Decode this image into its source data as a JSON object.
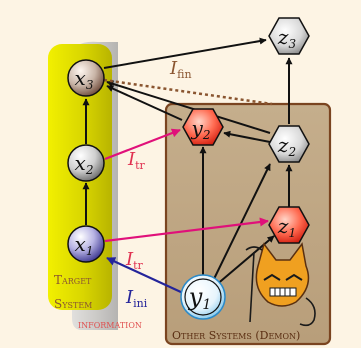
{
  "nodes": {
    "x3": {
      "base": "x",
      "sub": "3"
    },
    "x2": {
      "base": "x",
      "sub": "2"
    },
    "x1": {
      "base": "x",
      "sub": "1"
    },
    "y2": {
      "base": "y",
      "sub": "2"
    },
    "y1": {
      "base": "y",
      "sub": "1"
    },
    "z3": {
      "base": "z",
      "sub": "3"
    },
    "z2": {
      "base": "z",
      "sub": "2"
    },
    "z1": {
      "base": "z",
      "sub": "1"
    }
  },
  "edge_labels": {
    "fin": {
      "base": "I",
      "sub": "fin"
    },
    "tr_upper": {
      "base": "I",
      "sub": "tr"
    },
    "tr_lower": {
      "base": "I",
      "sub": "tr"
    },
    "ini": {
      "base": "I",
      "sub": "ini"
    }
  },
  "regions": {
    "target_system": {
      "line1": "Target",
      "line2": "System"
    },
    "information": "information",
    "other_systems": "Other Systems (Demon)"
  },
  "colors": {
    "background": "#fdf4e4",
    "target_band": "#e2e000",
    "other_box_fill": "#c6b190",
    "other_box_stroke": "#7a4420",
    "transfer_arrow": "#e0107a",
    "initial_arrow": "#24249a",
    "final_dotted": "#8a5530",
    "label_brown": "#8a5530",
    "label_red": "#e03050",
    "label_blue": "#24249a",
    "info_label": "#e05050"
  },
  "icons": [
    "demon-cat-icon"
  ]
}
